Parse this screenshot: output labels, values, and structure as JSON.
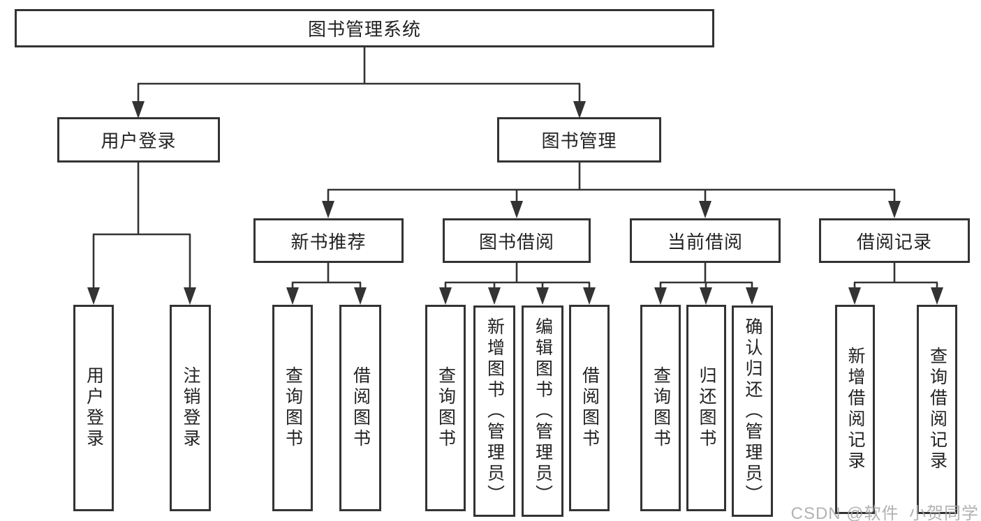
{
  "tree": {
    "label": "图书管理系统",
    "children": [
      {
        "label": "用户登录",
        "children": [
          {
            "label": "用户登录"
          },
          {
            "label": "注销登录"
          }
        ]
      },
      {
        "label": "图书管理",
        "children": [
          {
            "label": "新书推荐",
            "children": [
              {
                "label": "查询图书"
              },
              {
                "label": "借阅图书"
              }
            ]
          },
          {
            "label": "图书借阅",
            "children": [
              {
                "label": "查询图书"
              },
              {
                "label": "新增图书（管理员）"
              },
              {
                "label": "编辑图书（管理员）"
              },
              {
                "label": "借阅图书"
              }
            ]
          },
          {
            "label": "当前借阅",
            "children": [
              {
                "label": "查询图书"
              },
              {
                "label": "归还图书"
              },
              {
                "label": "确认归还（管理员）"
              }
            ]
          },
          {
            "label": "借阅记录",
            "children": [
              {
                "label": "新增借阅记录"
              },
              {
                "label": "查询借阅记录"
              }
            ]
          }
        ]
      }
    ]
  },
  "watermark": {
    "text": "CSDN @软件_小贺同学"
  },
  "colors": {
    "line": "#333333",
    "box_border": "#333333",
    "box_fill": "#ffffff",
    "text": "#222222",
    "watermark": "#a5a5a5"
  }
}
